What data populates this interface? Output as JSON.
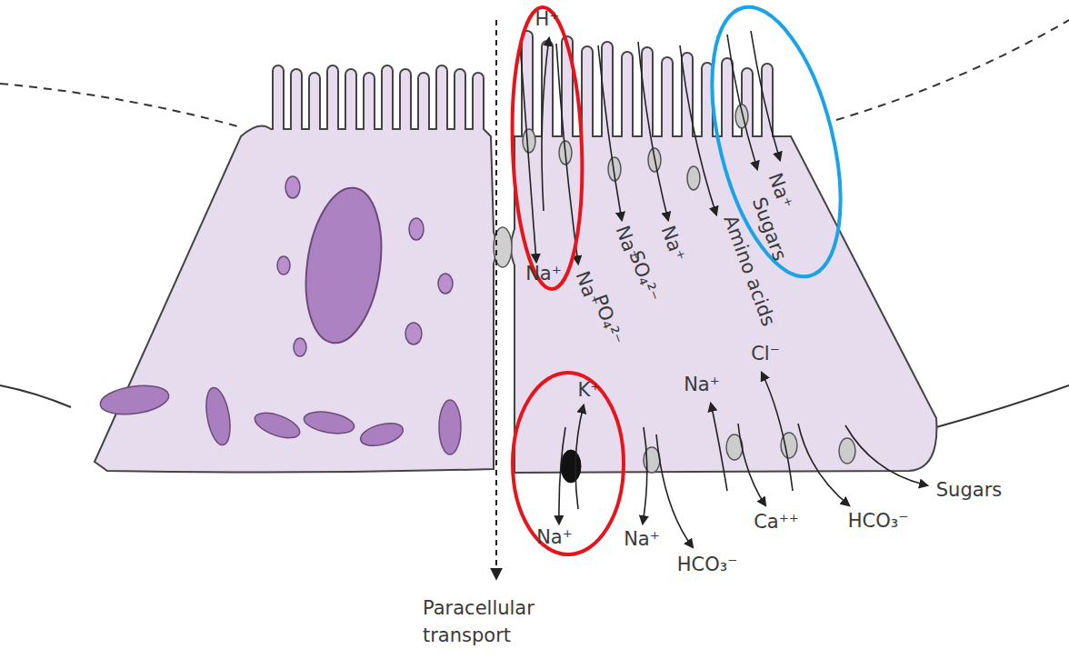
{
  "diagram": {
    "nodes": [
      {
        "text": [
          "H⁺",
          "Na⁺"
        ]
      },
      {
        "text": [
          "Na⁺",
          "Sugars"
        ]
      },
      {
        "text": [
          "K⁺",
          "Na⁺"
        ]
      }
    ],
    "labels": [
      "Na⁺",
      "PO₄²⁻",
      "Na⁺",
      "SO₄²⁻",
      "Na⁺",
      "Amino acids",
      "Na⁺",
      "Cl⁻",
      "Na⁺",
      "HCO₃⁻",
      "Ca⁺⁺",
      "HCO₃⁻",
      "Sugars",
      "Paracellular transport"
    ]
  }
}
